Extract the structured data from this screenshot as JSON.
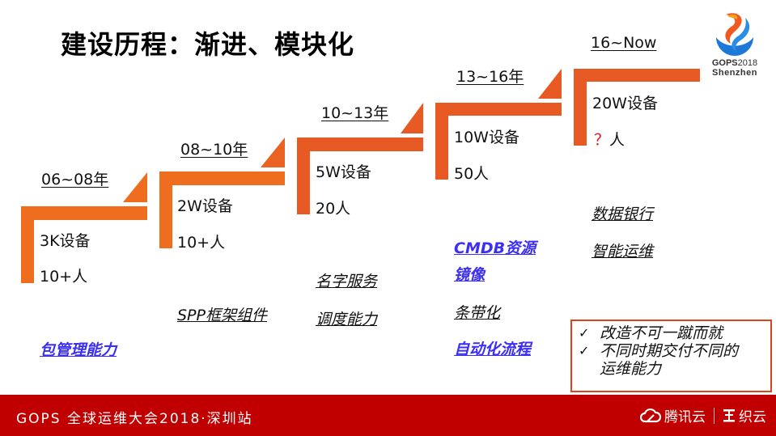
{
  "title": "建设历程：渐进、模块化",
  "logo": {
    "name": "GOPS",
    "year": "2018",
    "city": "Shenzhen"
  },
  "colors": {
    "stair_orange": "#e85a24",
    "link_blue": "#3b2ef5",
    "question_red": "#e81010",
    "footer_red": "#c00000",
    "note_border": "#e0421c"
  },
  "stages": [
    {
      "period": "06~08年",
      "devices": "3K设备",
      "people": "10+人"
    },
    {
      "period": "08~10年",
      "devices": "2W设备",
      "people": "10+人"
    },
    {
      "period": "10~13年",
      "devices": "5W设备",
      "people": "20人"
    },
    {
      "period": "13~16年",
      "devices": "10W设备",
      "people": "50人"
    },
    {
      "period": "16~Now",
      "devices": "20W设备",
      "people_mark": "？",
      "people": "人"
    }
  ],
  "capabilities": {
    "stage1": [
      "包管理能力"
    ],
    "stage2": [
      "SPP框架组件"
    ],
    "stage3": [
      "名字服务",
      "调度能力"
    ],
    "stage4": [
      "CMDB资源",
      "镜像",
      "条带化",
      "自动化流程"
    ],
    "stage5": [
      "数据银行",
      "智能运维"
    ]
  },
  "note": {
    "items": [
      {
        "check": "✓",
        "text": "改造不可一蹴而就"
      },
      {
        "check": "✓",
        "text": "不同时期交付不同的",
        "cont": "运维能力"
      }
    ]
  },
  "footer": {
    "event": "GOPS 全球运维大会2018·深圳站",
    "brand1": "腾讯云",
    "brand2": "织云"
  }
}
